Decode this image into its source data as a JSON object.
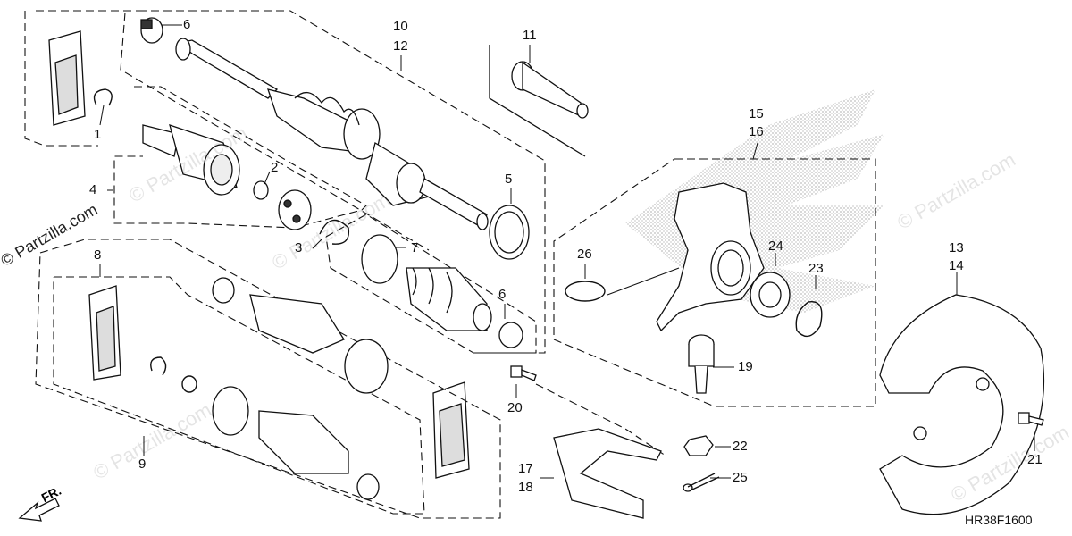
{
  "watermark": "© Partzilla.com",
  "diagram_code": "HR38F1600",
  "direction_label": "FR.",
  "callouts": {
    "c1": "1",
    "c2": "2",
    "c3": "3",
    "c4": "4",
    "c5": "5",
    "c6a": "6",
    "c6b": "6",
    "c7": "7",
    "c8": "8",
    "c9": "9",
    "c10": "10",
    "c11": "11",
    "c12": "12",
    "c13": "13",
    "c14": "14",
    "c15": "15",
    "c16": "16",
    "c17": "17",
    "c18": "18",
    "c19": "19",
    "c20": "20",
    "c21": "21",
    "c22": "22",
    "c23": "23",
    "c24": "24",
    "c25": "25",
    "c26": "26"
  }
}
